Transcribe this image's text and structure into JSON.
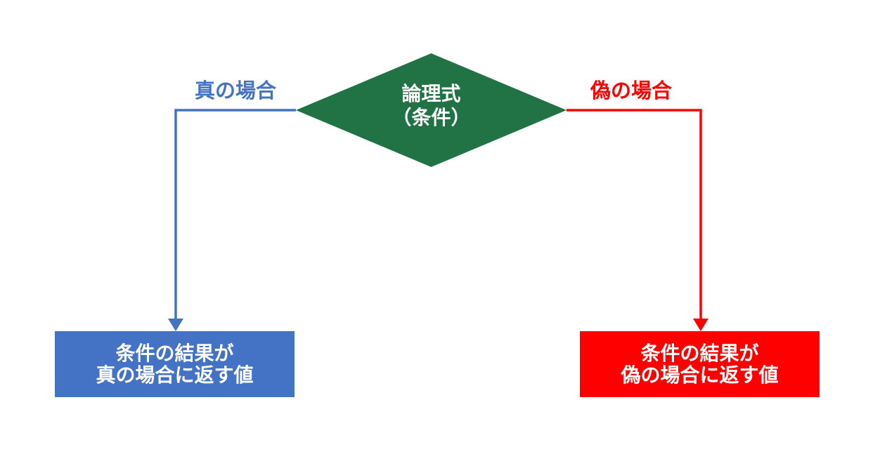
{
  "background_color": "#FFFFFF",
  "diagram": {
    "type": "flowchart",
    "condition_node": {
      "shape": "diamond",
      "fill_color": "#217346",
      "text_color": "#FFFFFF",
      "label_line1": "論理式",
      "label_line2": "（条件）"
    },
    "true_branch": {
      "branch_label": "真の場合",
      "color": "#4472C4",
      "connector": "elbow-arrow-down",
      "result_box": {
        "fill_color": "#4472C4",
        "text_color": "#FFFFFF",
        "label_line1": "条件の結果が",
        "label_line2": "真の場合に返す値"
      }
    },
    "false_branch": {
      "branch_label": "偽の場合",
      "color": "#FF0000",
      "connector": "elbow-arrow-down",
      "result_box": {
        "fill_color": "#FF0000",
        "text_color": "#FFFFFF",
        "label_line1": "条件の結果が",
        "label_line2": "偽の場合に返す値"
      }
    }
  }
}
